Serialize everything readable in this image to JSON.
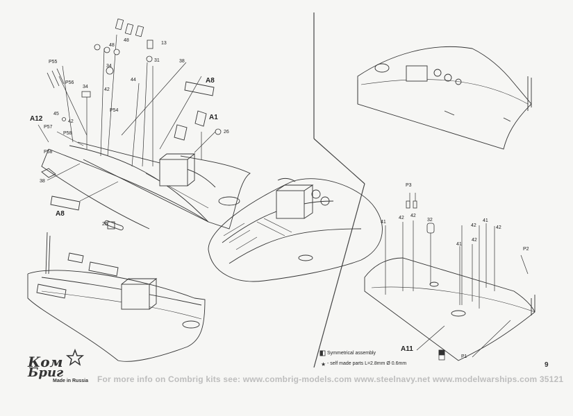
{
  "document": {
    "page_number": "9",
    "catalog_number": "35121",
    "footer": {
      "prefix": "For more info on Combrig kits see:",
      "links": [
        "www.combrig-models.com",
        "www.steelnavy.net",
        "www.modelwarships.com"
      ]
    },
    "brand": {
      "name_line1": "Ком",
      "name_line2": "Бриг",
      "made_in": "Made in Russia"
    },
    "legend": {
      "symmetrical": "Symmetrical assembly",
      "self_made": "- self made parts L=2.8mm  Ø 0.6mm"
    },
    "labels": [
      "P55",
      "P56",
      "34",
      "42",
      "P54",
      "48",
      "48",
      "34",
      "38",
      "A8",
      "44",
      "31",
      "13",
      "A1",
      "26",
      "A12",
      "45",
      "42",
      "P57",
      "P58",
      "P58",
      "38",
      "A8",
      "26",
      "P3",
      "41",
      "42",
      "42",
      "32",
      "42",
      "41",
      "42",
      "41",
      "42",
      "P2",
      "A11",
      "P1"
    ]
  }
}
